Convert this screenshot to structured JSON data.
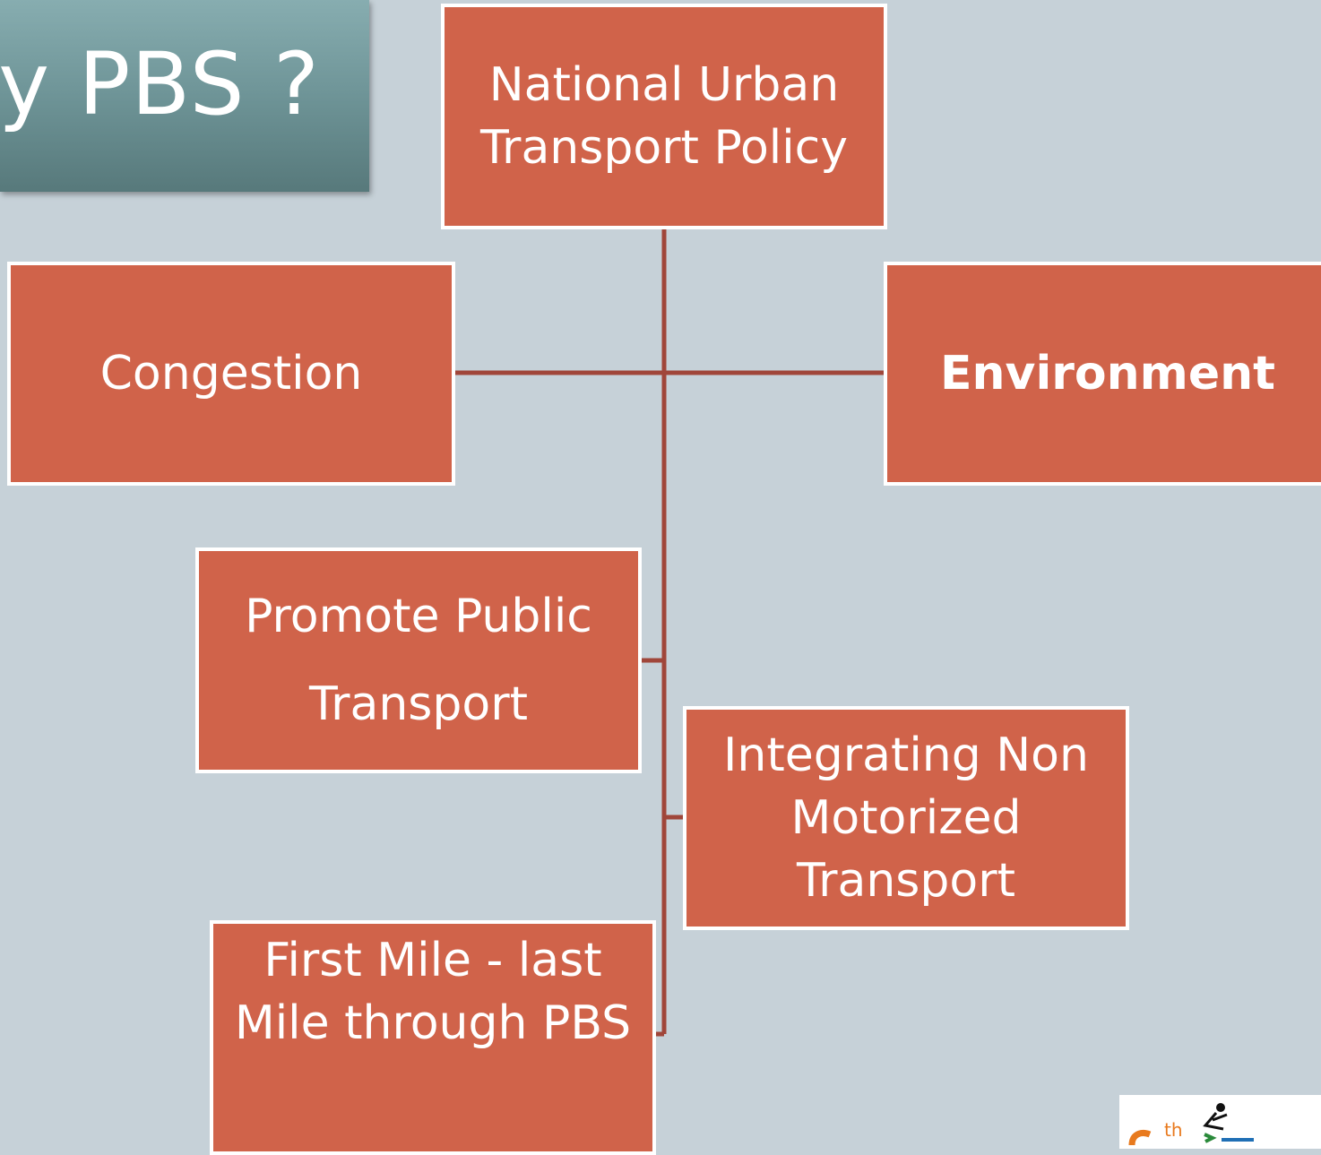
{
  "title": "ny PBS ?",
  "colors": {
    "background": "#c6d1d8",
    "node_fill": "#d0634a",
    "node_border": "#ffffff",
    "connector": "#a0463a",
    "title_box": "#6e9497"
  },
  "nodes": {
    "root": "National Urban\nTransport Policy",
    "congestion": "Congestion",
    "environment": "Environment",
    "public_transport": "Promote Public\nTransport",
    "non_motorized": "Integrating Non\nMotorized\nTransport",
    "first_last_mile": "First Mile -  last\nMile  through PBS"
  },
  "logo": {
    "visible_text": "th",
    "icon": "cyclist-logo-icon"
  }
}
